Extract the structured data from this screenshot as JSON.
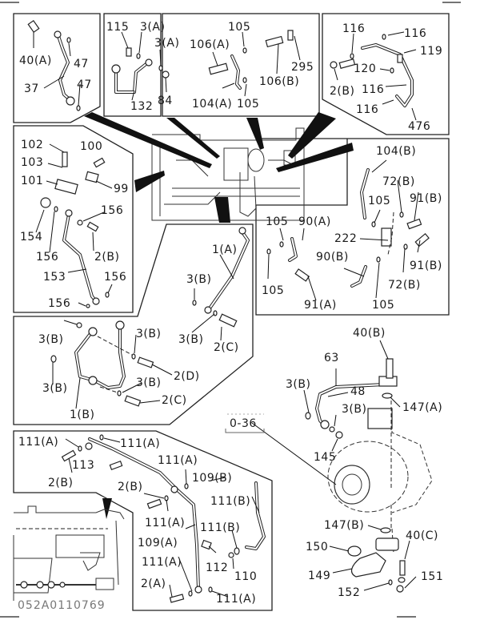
{
  "diagram": {
    "title": "Turbocharger oil feed / return pipe assembly (exploded parts view)",
    "drawing_code": "052A0110769",
    "reference_tag": "0-36",
    "panels": [
      {
        "id": "top-left",
        "labels": [
          "40(A)",
          "47",
          "37",
          "47"
        ]
      },
      {
        "id": "top-center-left",
        "labels": [
          "115",
          "3(A)",
          "3(A)",
          "132",
          "84"
        ]
      },
      {
        "id": "top-center",
        "labels": [
          "105",
          "106(A)",
          "295",
          "106(B)",
          "104(A)",
          "105"
        ]
      },
      {
        "id": "top-right",
        "labels": [
          "116",
          "116",
          "119",
          "120",
          "2(B)",
          "116",
          "116",
          "476"
        ]
      },
      {
        "id": "mid-left",
        "labels": [
          "102",
          "100",
          "103",
          "101",
          "99",
          "156",
          "154",
          "156",
          "2(B)",
          "153",
          "156",
          "156"
        ]
      },
      {
        "id": "mid-right",
        "labels": [
          "104(B)",
          "72(B)",
          "105",
          "91(B)",
          "105",
          "90(A)",
          "222",
          "90(B)",
          "91(B)",
          "105",
          "72(B)",
          "91(A)",
          "105"
        ]
      },
      {
        "id": "center-pipes",
        "labels": [
          "1(A)",
          "3(B)",
          "3(B)",
          "2(C)",
          "3(B)",
          "3(B)",
          "2(D)",
          "3(B)",
          "3(B)",
          "2(C)",
          "1(B)"
        ]
      },
      {
        "id": "turbo",
        "labels": [
          "40(B)",
          "63",
          "3(B)",
          "48",
          "147(A)",
          "3(B)",
          "145",
          "147(B)",
          "40(C)",
          "150",
          "149",
          "151",
          "152"
        ]
      },
      {
        "id": "bottom-left",
        "labels": [
          "111(A)",
          "111(A)",
          "113",
          "111(A)",
          "2(B)",
          "109(B)",
          "2(B)",
          "111(B)",
          "111(A)",
          "109(A)",
          "111(B)",
          "112",
          "110",
          "111(A)",
          "2(A)",
          "111(A)"
        ]
      }
    ]
  }
}
